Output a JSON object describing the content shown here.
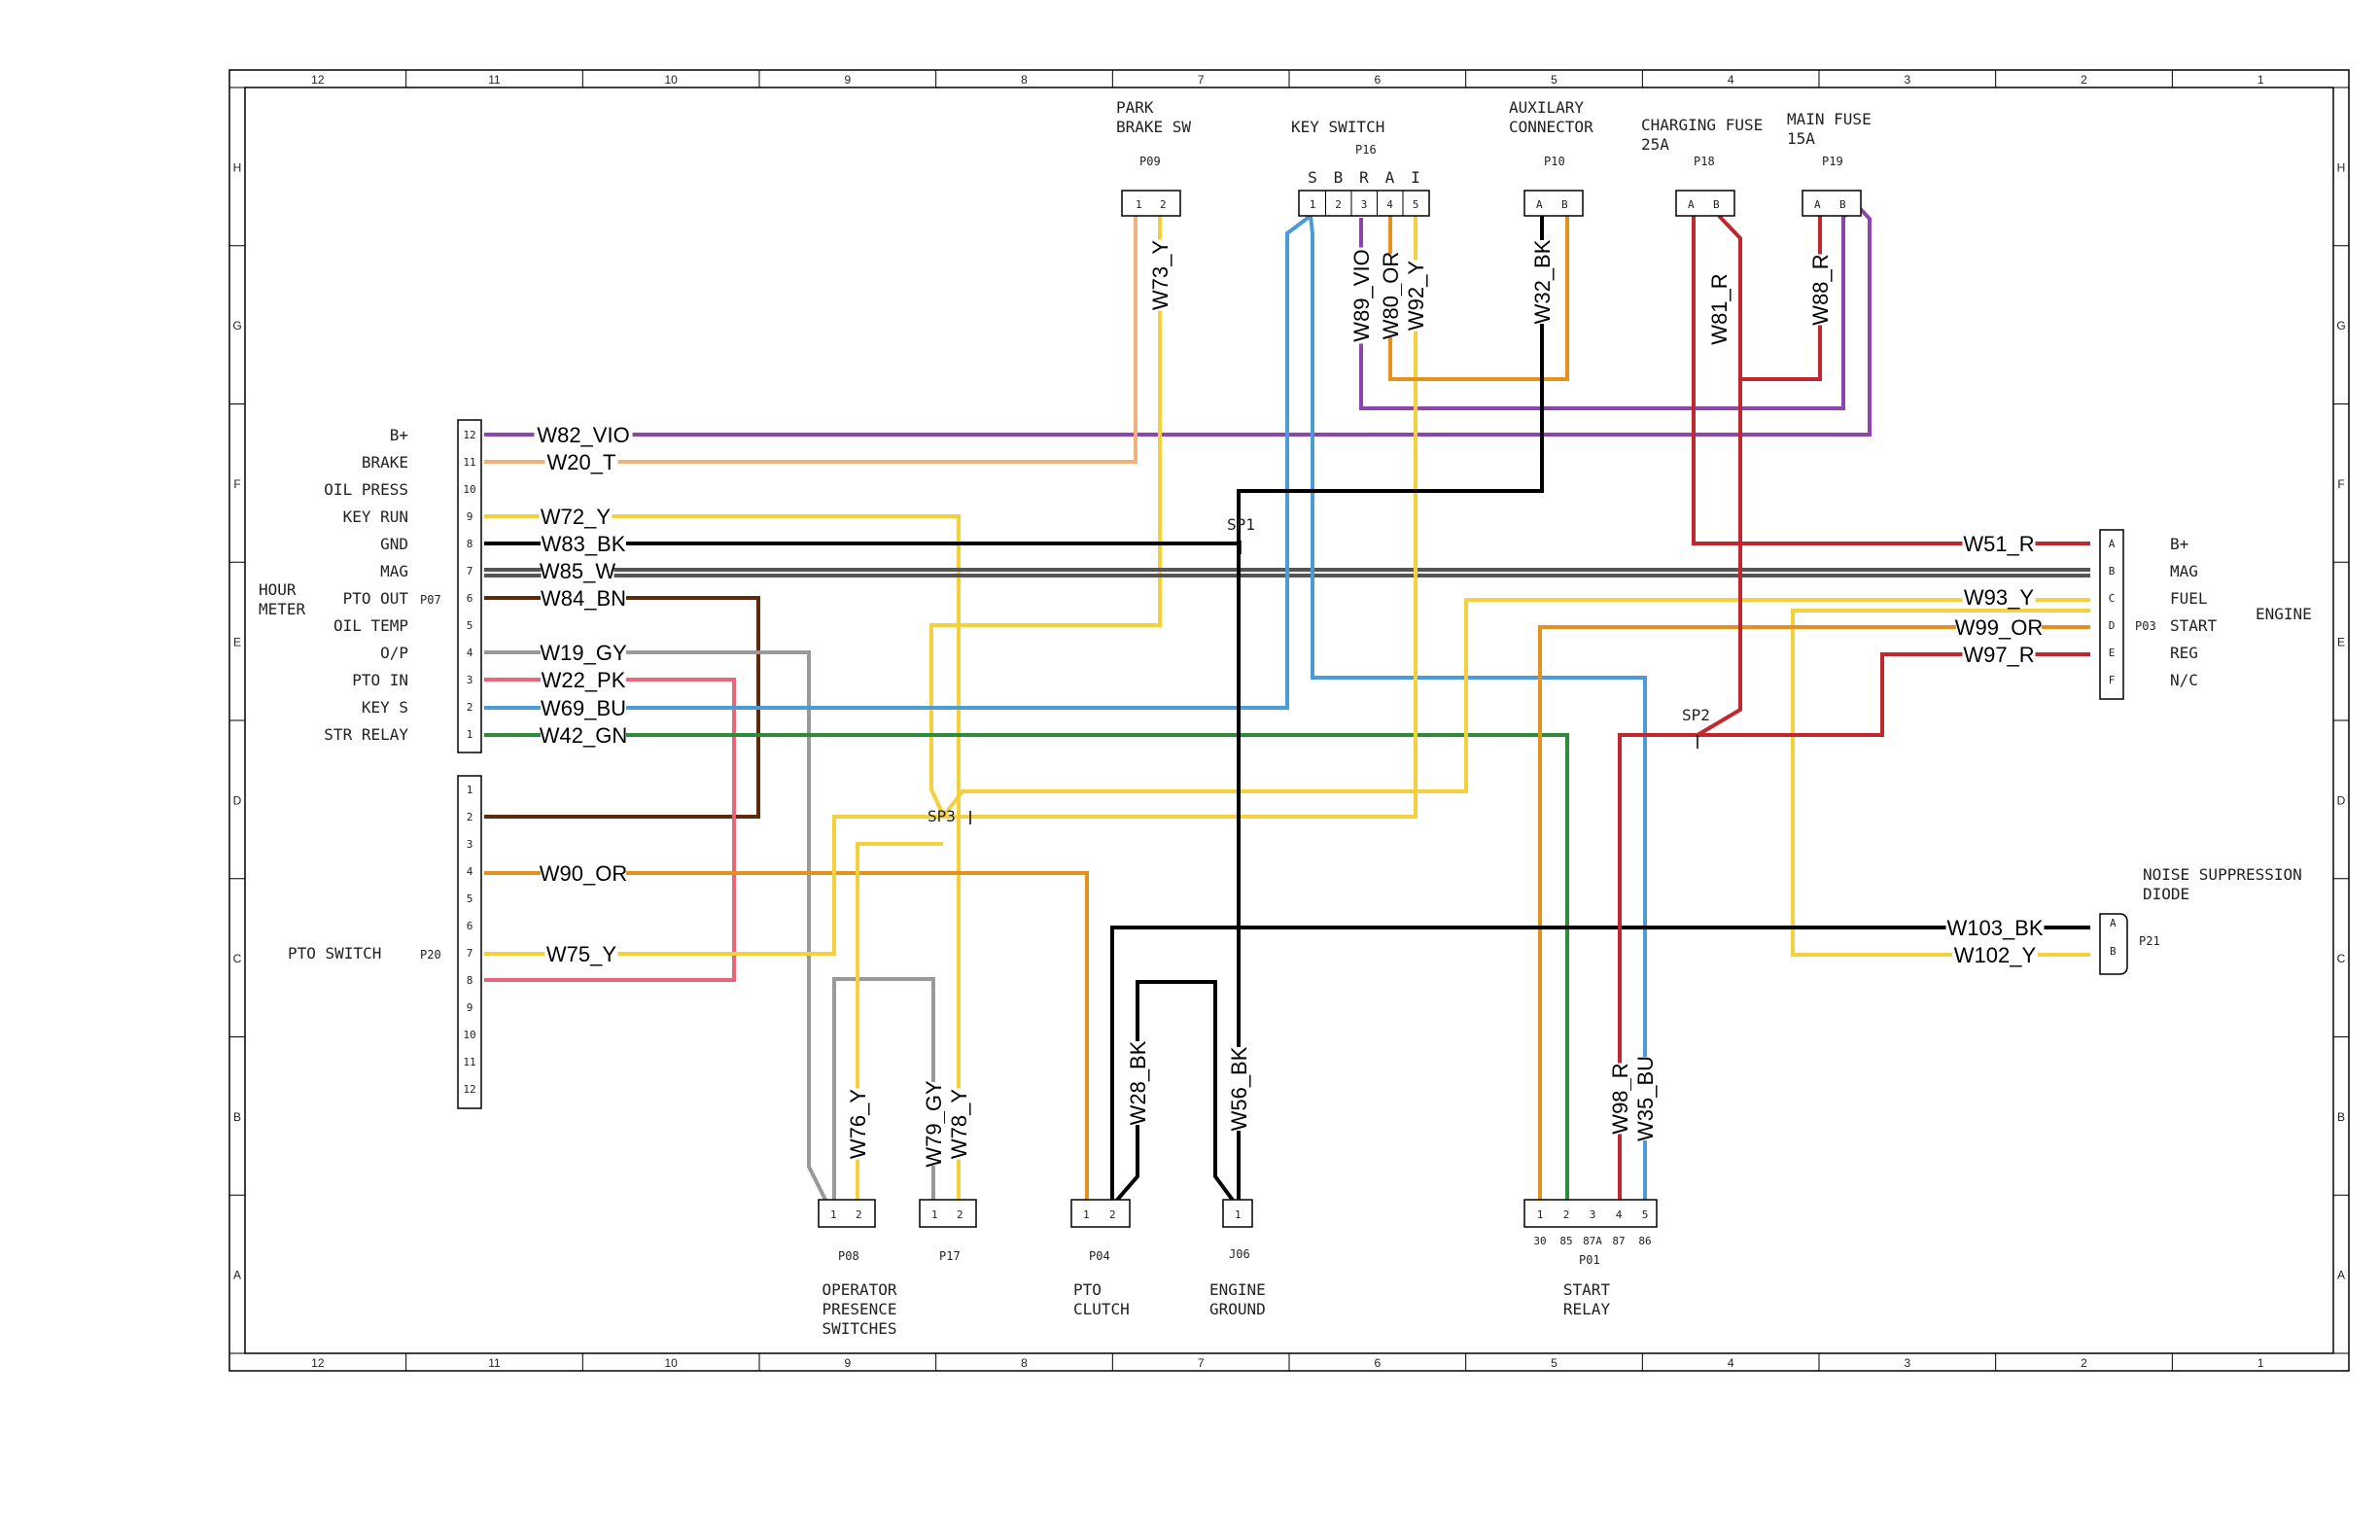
{
  "colors": {
    "VIO": "#8e44ad",
    "T": "#f0b27a",
    "Y": "#f4d03f",
    "BK": "#000000",
    "W": "#555555",
    "BN": "#5d2a0e",
    "GY": "#999999",
    "PK": "#e8667a",
    "BU": "#4a9bd6",
    "GN": "#2e8b3a",
    "OR": "#e6901e",
    "R": "#c0282d"
  },
  "frame": {
    "top_numbers": [
      "12",
      "11",
      "10",
      "9",
      "8",
      "7",
      "6",
      "5",
      "4",
      "3",
      "2",
      "1"
    ],
    "bottom_numbers": [
      "12",
      "11",
      "10",
      "9",
      "8",
      "7",
      "6",
      "5",
      "4",
      "3",
      "2",
      "1"
    ],
    "side_letters": [
      "H",
      "G",
      "F",
      "E",
      "D",
      "C",
      "B",
      "A"
    ]
  },
  "hour_meter": {
    "title_lines": [
      "HOUR",
      "METER"
    ],
    "ref": "P07",
    "pins": [
      {
        "n": "12",
        "label": "B+"
      },
      {
        "n": "11",
        "label": "BRAKE"
      },
      {
        "n": "10",
        "label": "OIL PRESS"
      },
      {
        "n": "9",
        "label": "KEY RUN"
      },
      {
        "n": "8",
        "label": "GND"
      },
      {
        "n": "7",
        "label": "MAG"
      },
      {
        "n": "6",
        "label": "PTO OUT"
      },
      {
        "n": "5",
        "label": "OIL TEMP"
      },
      {
        "n": "4",
        "label": "O/P"
      },
      {
        "n": "3",
        "label": "PTO IN"
      },
      {
        "n": "2",
        "label": "KEY S"
      },
      {
        "n": "1",
        "label": "STR RELAY"
      }
    ]
  },
  "pto_switch": {
    "title": "PTO SWITCH",
    "ref": "P20",
    "pins": [
      "1",
      "2",
      "3",
      "4",
      "5",
      "6",
      "7",
      "8",
      "9",
      "10",
      "11",
      "12"
    ]
  },
  "engine": {
    "title": "ENGINE",
    "ref": "P03",
    "pins": [
      {
        "n": "A",
        "label": "B+"
      },
      {
        "n": "B",
        "label": "MAG"
      },
      {
        "n": "C",
        "label": "FUEL"
      },
      {
        "n": "D",
        "label": "START"
      },
      {
        "n": "E",
        "label": "REG"
      },
      {
        "n": "F",
        "label": "N/C"
      }
    ]
  },
  "diode": {
    "title_lines": [
      "NOISE SUPPRESSION",
      "DIODE"
    ],
    "ref": "P21",
    "pins": [
      "A",
      "B"
    ]
  },
  "park_brake": {
    "title_lines": [
      "PARK",
      "BRAKE SW"
    ],
    "ref": "P09",
    "pins": [
      "1",
      "2"
    ]
  },
  "key_switch": {
    "title": "KEY SWITCH",
    "ref": "P16",
    "letters": [
      "S",
      "B",
      "R",
      "A",
      "I"
    ],
    "pins": [
      "1",
      "2",
      "3",
      "4",
      "5"
    ]
  },
  "aux_conn": {
    "title_lines": [
      "AUXILARY",
      "CONNECTOR"
    ],
    "ref": "P10",
    "pins": [
      "A",
      "B"
    ]
  },
  "charging_fuse": {
    "title_lines": [
      "CHARGING FUSE",
      "25A"
    ],
    "ref": "P18",
    "pins": [
      "A",
      "B"
    ]
  },
  "main_fuse": {
    "title_lines": [
      "MAIN FUSE",
      "15A"
    ],
    "ref": "P19",
    "pins": [
      "A",
      "B"
    ]
  },
  "operator_sw": {
    "title_lines": [
      "OPERATOR",
      "PRESENCE",
      "SWITCHES"
    ],
    "refs": [
      "P08",
      "P17"
    ],
    "pins": [
      "1",
      "2"
    ]
  },
  "pto_clutch": {
    "title_lines": [
      "PTO",
      "CLUTCH"
    ],
    "ref": "P04",
    "pins": [
      "1",
      "2"
    ]
  },
  "engine_ground": {
    "title_lines": [
      "ENGINE",
      "GROUND"
    ],
    "ref": "J06",
    "pins": [
      "1"
    ]
  },
  "start_relay": {
    "title_lines": [
      "START",
      "RELAY"
    ],
    "ref": "P01",
    "pins": [
      "1",
      "2",
      "3",
      "4",
      "5"
    ],
    "terminals": [
      "30",
      "85",
      "87A",
      "87",
      "86"
    ]
  },
  "splices": {
    "sp1": "SP1",
    "sp2": "SP2",
    "sp3": "SP3"
  },
  "wires": {
    "W82": "W82_VIO",
    "W20": "W20_T",
    "W72": "W72_Y",
    "W83": "W83_BK",
    "W85": "W85_W",
    "W84": "W84_BN",
    "W19": "W19_GY",
    "W22": "W22_PK",
    "W69": "W69_BU",
    "W42": "W42_GN",
    "W90": "W90_OR",
    "W75": "W75_Y",
    "W73": "W73_Y",
    "W89": "W89_VIO",
    "W80": "W80_OR",
    "W92": "W92_Y",
    "W32": "W32_BK",
    "W81": "W81_R",
    "W88": "W88_R",
    "W51": "W51_R",
    "W93": "W93_Y",
    "W99": "W99_OR",
    "W97": "W97_R",
    "W103": "W103_BK",
    "W102": "W102_Y",
    "W76": "W76_Y",
    "W79": "W79_GY",
    "W78": "W78_Y",
    "W28": "W28_BK",
    "W56": "W56_BK",
    "W98": "W98_R",
    "W35": "W35_BU"
  }
}
